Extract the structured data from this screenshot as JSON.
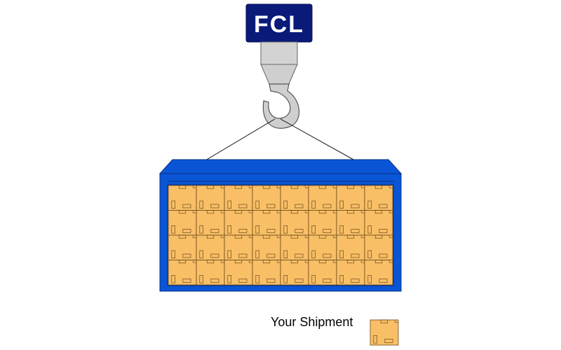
{
  "badge": {
    "label": "FCL"
  },
  "legend": {
    "label": "Your Shipment"
  },
  "container": {
    "rows": 4,
    "cols": 8
  },
  "colors": {
    "badge_bg": "#0a1a78",
    "badge_text": "#ffffff",
    "container_blue": "#0a55d6",
    "container_dark": "#0a3fa8",
    "box_fill": "#f9bf66",
    "box_stroke": "#6b4a1c",
    "hook_gray": "#cfcfcf"
  }
}
